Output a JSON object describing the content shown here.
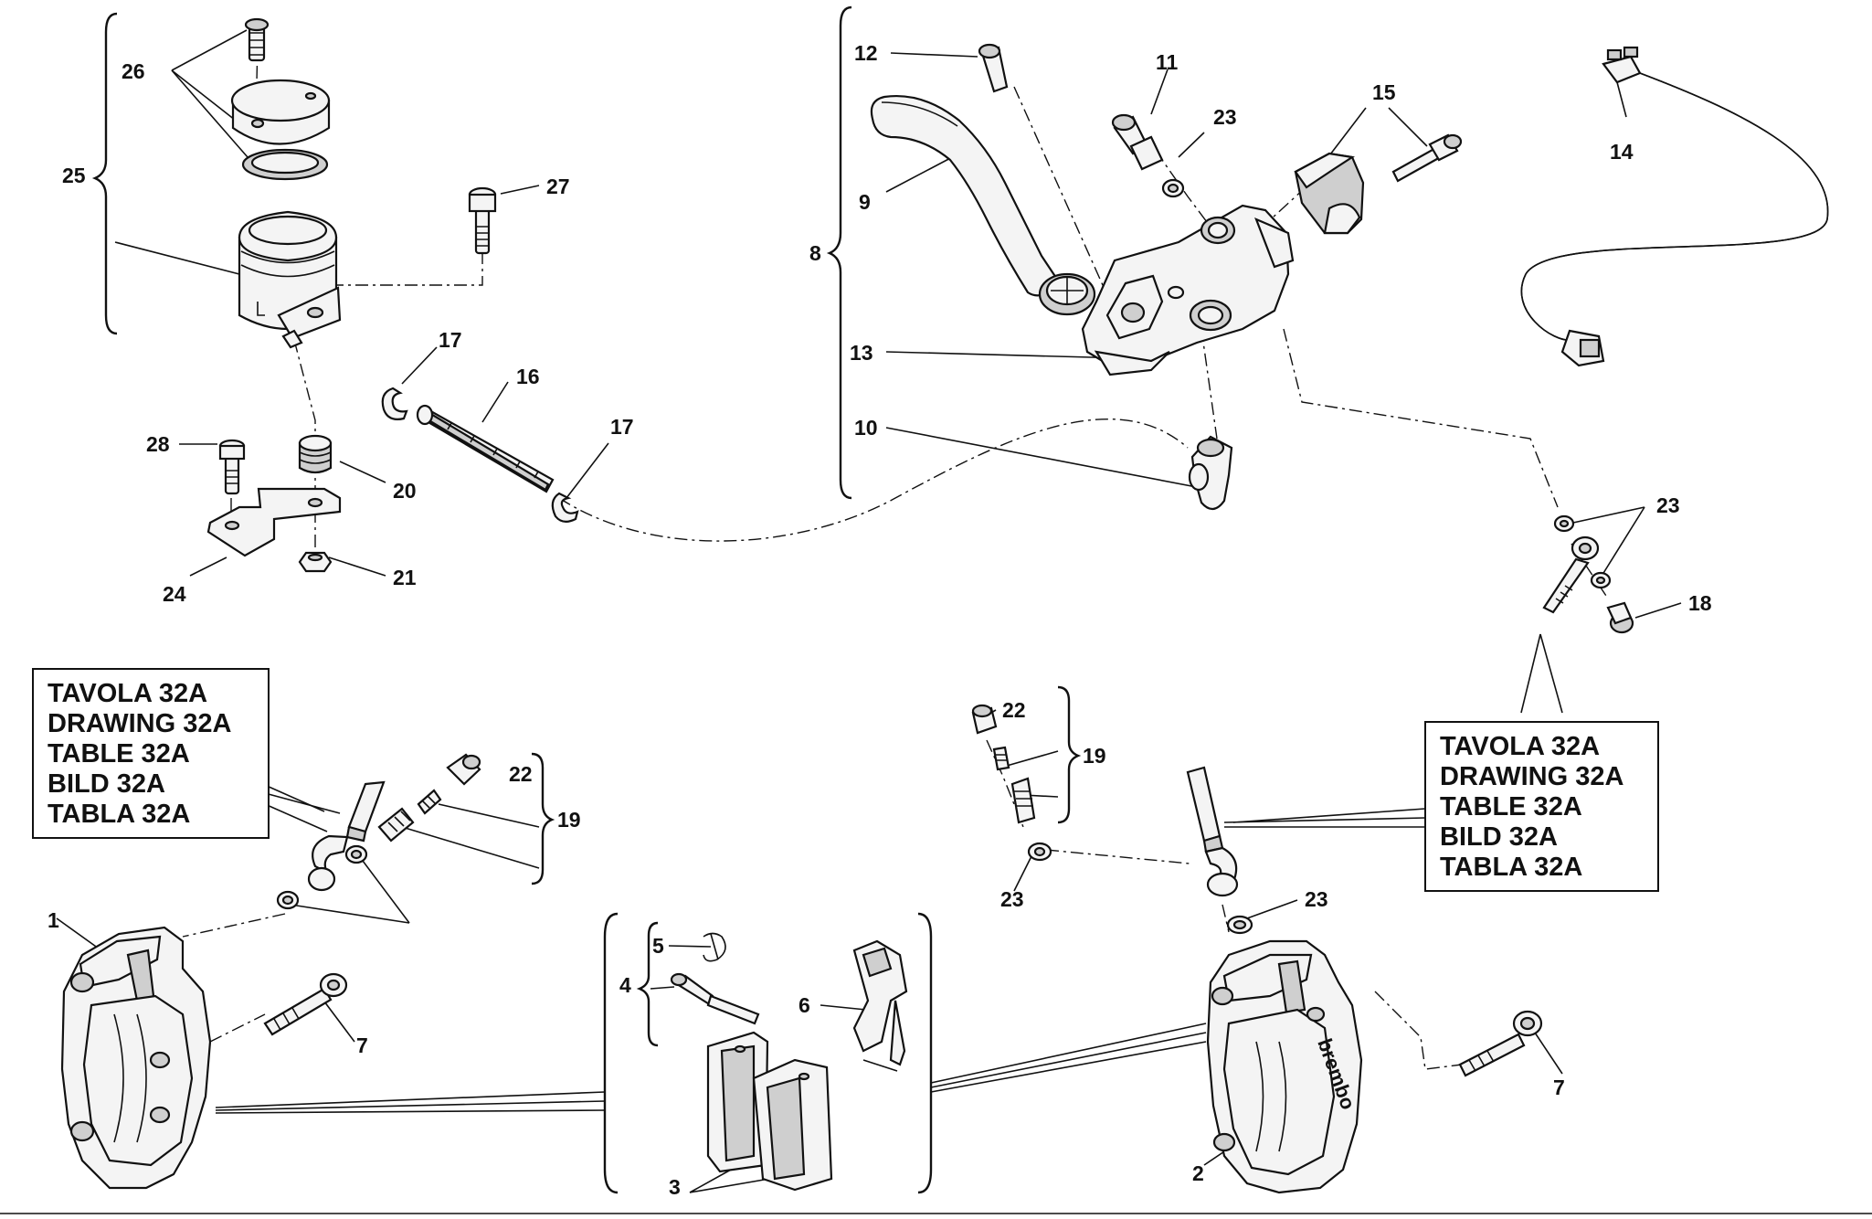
{
  "labels": {
    "p1": "1",
    "p2": "2",
    "p3": "3",
    "p4": "4",
    "p5": "5",
    "p6": "6",
    "p7a": "7",
    "p7b": "7",
    "p8": "8",
    "p9": "9",
    "p10": "10",
    "p11": "11",
    "p12": "12",
    "p13": "13",
    "p14": "14",
    "p15": "15",
    "p16": "16",
    "p17a": "17",
    "p17b": "17",
    "p18": "18",
    "p19a": "19",
    "p19b": "19",
    "p20": "20",
    "p21": "21",
    "p22a": "22",
    "p22b": "22",
    "p23a": "23",
    "p23b": "23",
    "p23c": "23",
    "p23d": "23",
    "p24": "24",
    "p25": "25",
    "p26": "26",
    "p27": "27",
    "p28": "28"
  },
  "reference_boxes": {
    "left": [
      "TAVOLA 32A",
      "DRAWING 32A",
      "TABLE 32A",
      "BILD 32A",
      "TABLA 32A"
    ],
    "right": [
      "TAVOLA 32A",
      "DRAWING 32A",
      "TABLE 32A",
      "BILD 32A",
      "TABLA 32A"
    ]
  },
  "caliper_brand": "brembo"
}
